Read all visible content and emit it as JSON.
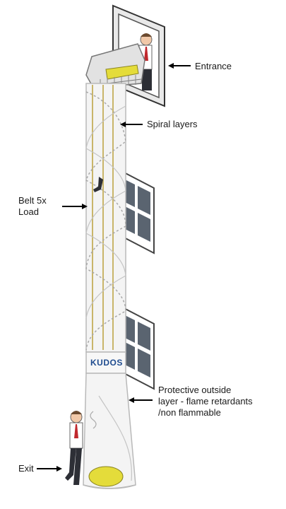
{
  "labels": {
    "entrance": "Entrance",
    "spiral_layers": "Spiral layers",
    "belt_load": "Belt 5x\nLoad",
    "protective_layer": "Protective outside\nlayer - flame retardants\n/non flammable",
    "exit": "Exit"
  },
  "brand": {
    "logo_text": "KUDOS"
  },
  "colors": {
    "chute_fabric": "#f4f4f4",
    "chute_outline": "#b9b9b9",
    "seam_gold": "#c9b56a",
    "window_glass": "#5a6470",
    "window_frame": "#4a4f55",
    "platform_yellow": "#e4dc3a",
    "logo_blue": "#1f4c8f",
    "arrow": "#000000"
  }
}
